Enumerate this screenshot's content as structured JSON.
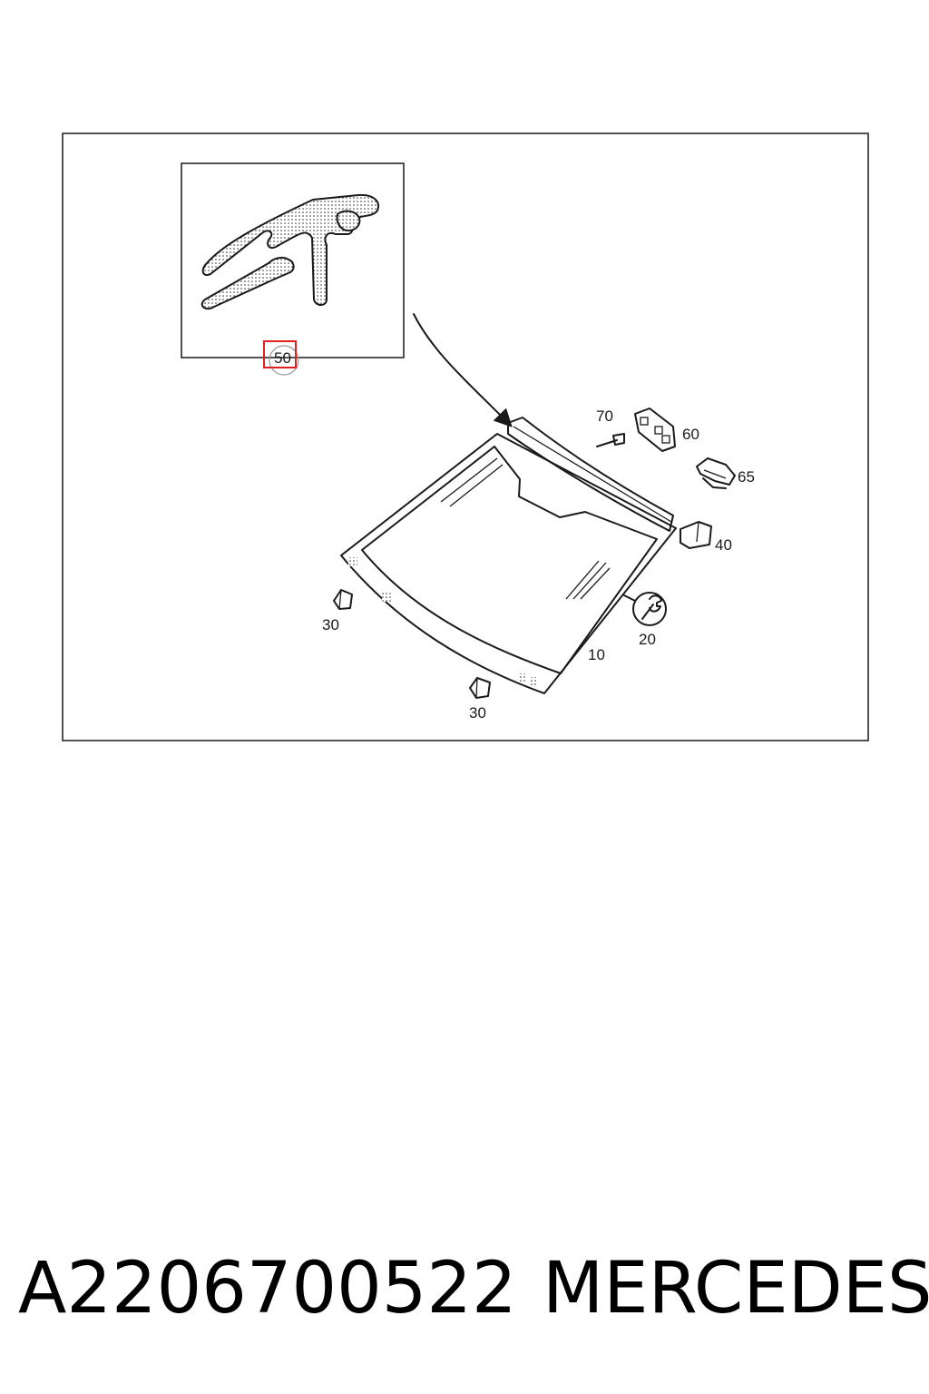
{
  "diagram": {
    "callouts": {
      "c10": "10",
      "c20": "20",
      "c30a": "30",
      "c30b": "30",
      "c40": "40",
      "c50": "50",
      "c60": "60",
      "c65": "65",
      "c70": "70"
    },
    "highlighted_callout": "50",
    "highlight_color": "#e02020"
  },
  "caption": {
    "part_number": "A2206700522",
    "brand": "MERCEDES"
  }
}
